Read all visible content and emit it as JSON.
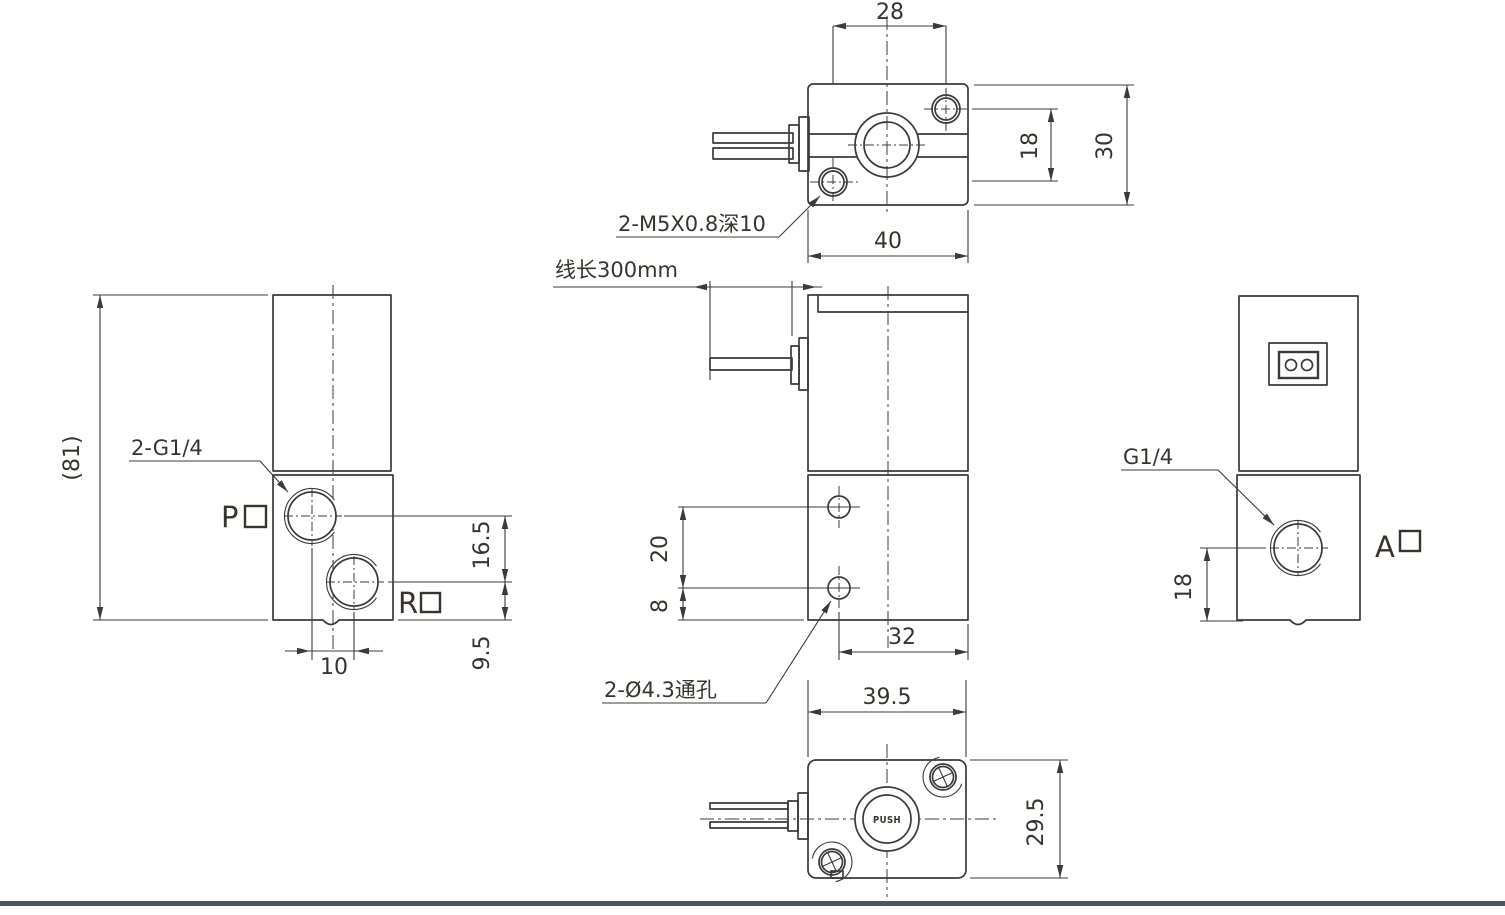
{
  "page": {
    "background": "#ffffff",
    "line_color": "#3c3a38",
    "footer_bar_color": "#4d565c"
  },
  "views": {
    "top": {
      "thread_label": "2-M5X0.8深10",
      "dim_hole_pitch": "28",
      "dim_hole_offset": "18",
      "dim_depth": "30",
      "dim_width": "40"
    },
    "front": {
      "wire_label": "线长300mm",
      "through_hole_label": "2-Ø4.3通孔",
      "dim_hole_pitch": "20",
      "dim_hole_bottom": "8",
      "dim_hole_side": "32"
    },
    "left": {
      "ports_label": "2-G1/4",
      "port_p": "P",
      "port_r": "R",
      "dim_height": "(81)",
      "dim_pr_vertical": "16.5",
      "dim_r_bottom": "9.5",
      "dim_pr_horizontal": "10"
    },
    "right": {
      "port_label": "G1/4",
      "port_a": "A",
      "dim_port_bottom": "18"
    },
    "bottom": {
      "dim_width": "39.5",
      "dim_depth": "29.5",
      "button_label": "PUSH"
    }
  }
}
